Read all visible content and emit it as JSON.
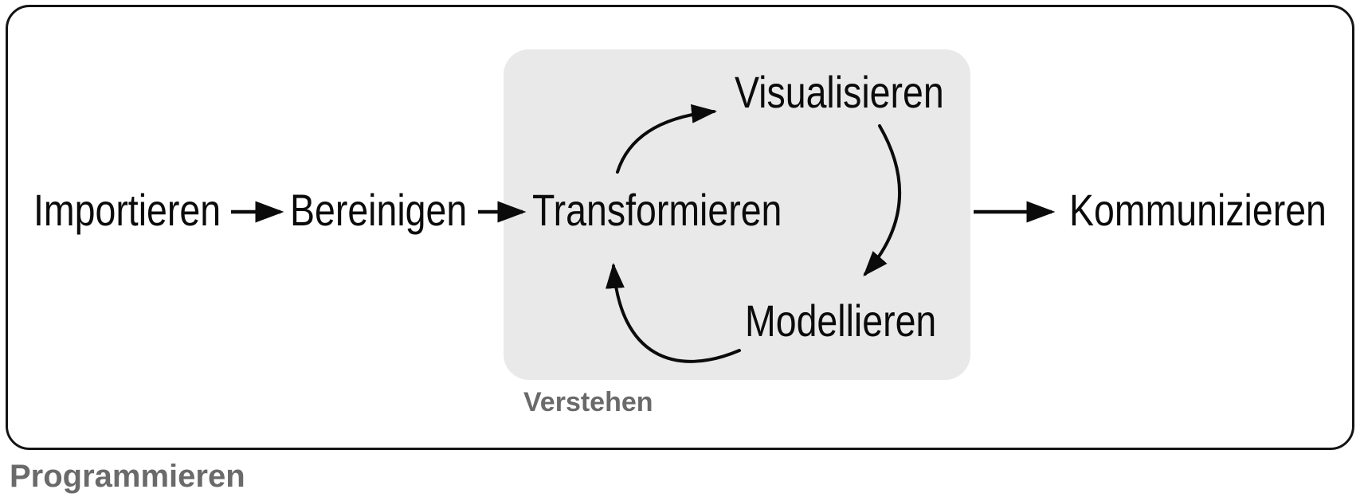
{
  "workflow": {
    "program_label": "Programmieren",
    "understand_label": "Verstehen",
    "nodes": {
      "import": "Importieren",
      "tidy": "Bereinigen",
      "transform": "Transformieren",
      "visualise": "Visualisieren",
      "model": "Modellieren",
      "communicate": "Kommunizieren"
    },
    "edges": [
      {
        "from": "import",
        "to": "tidy"
      },
      {
        "from": "tidy",
        "to": "transform"
      },
      {
        "from": "transform",
        "to": "visualise"
      },
      {
        "from": "visualise",
        "to": "model"
      },
      {
        "from": "model",
        "to": "transform"
      },
      {
        "from": "understand-group",
        "to": "communicate"
      }
    ]
  },
  "colors": {
    "text": "#0b0b0b",
    "muted_label": "#6a6a6a",
    "group_fill": "#e9e9e9",
    "border": "#141414",
    "background": "#ffffff"
  }
}
